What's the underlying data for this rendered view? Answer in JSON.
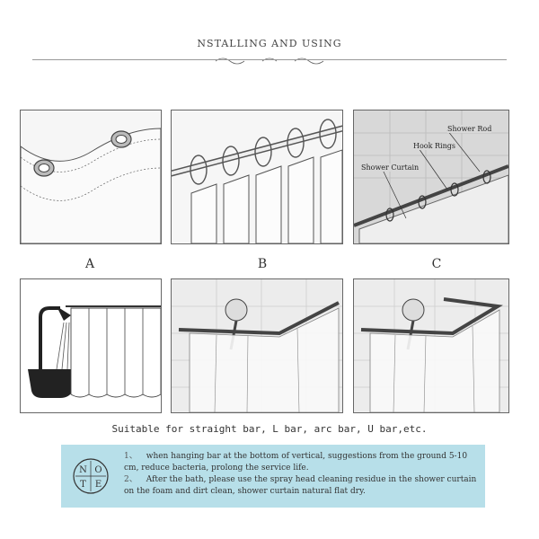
{
  "header": {
    "title": "NSTALLING AND USING"
  },
  "panels": {
    "a": {
      "letter": "A"
    },
    "b": {
      "letter": "B"
    },
    "c": {
      "letter": "C",
      "labels": {
        "shower_rod": "Shower Rod",
        "hook_rings": "Hook Rings",
        "shower_curtain": "Shower Curtain"
      }
    }
  },
  "suitable_text": "Suitable for straight bar, L bar, arc bar, U bar,etc.",
  "note": {
    "seal_letters": [
      "N",
      "O",
      "T",
      "E"
    ],
    "items": [
      {
        "num": "1、",
        "text": "when hanging bar at the bottom of vertical, suggestions from the ground 5-10 cm, reduce bacteria, prolong the service life."
      },
      {
        "num": "2、",
        "text": "After the bath, please use the spray head cleaning residue in the shower curtain on the foam and dirt clean, shower curtain natural flat dry."
      }
    ]
  }
}
